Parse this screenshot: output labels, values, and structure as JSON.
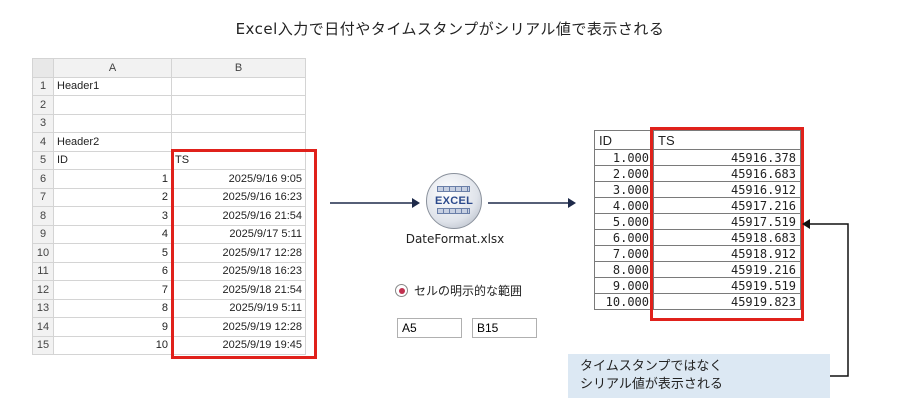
{
  "title": "Excel入力で日付やタイムスタンプがシリアル値で表示される",
  "sheet": {
    "col_headers": [
      "A",
      "B"
    ],
    "rows": [
      {
        "n": "1",
        "a": "Header1",
        "b": ""
      },
      {
        "n": "2",
        "a": "",
        "b": ""
      },
      {
        "n": "3",
        "a": "",
        "b": ""
      },
      {
        "n": "4",
        "a": "Header2",
        "b": ""
      },
      {
        "n": "5",
        "a": "ID",
        "b": "TS"
      },
      {
        "n": "6",
        "a": "1",
        "b": "2025/9/16 9:05"
      },
      {
        "n": "7",
        "a": "2",
        "b": "2025/9/16 16:23"
      },
      {
        "n": "8",
        "a": "3",
        "b": "2025/9/16 21:54"
      },
      {
        "n": "9",
        "a": "4",
        "b": "2025/9/17 5:11"
      },
      {
        "n": "10",
        "a": "5",
        "b": "2025/9/17 12:28"
      },
      {
        "n": "11",
        "a": "6",
        "b": "2025/9/18 16:23"
      },
      {
        "n": "12",
        "a": "7",
        "b": "2025/9/18 21:54"
      },
      {
        "n": "13",
        "a": "8",
        "b": "2025/9/19 5:11"
      },
      {
        "n": "14",
        "a": "9",
        "b": "2025/9/19 12:28"
      },
      {
        "n": "15",
        "a": "10",
        "b": "2025/9/19 19:45"
      }
    ]
  },
  "icon": {
    "label": "EXCEL",
    "name": "excel-file-icon"
  },
  "file_name": "DateFormat.xlsx",
  "option": {
    "label": "セルの明示的な範囲",
    "selected": true
  },
  "range_start": "A5",
  "range_end": "B15",
  "result": {
    "headers": [
      "ID",
      "TS"
    ],
    "rows": [
      [
        "1.000",
        "45916.378"
      ],
      [
        "2.000",
        "45916.683"
      ],
      [
        "3.000",
        "45916.912"
      ],
      [
        "4.000",
        "45917.216"
      ],
      [
        "5.000",
        "45917.519"
      ],
      [
        "6.000",
        "45918.683"
      ],
      [
        "7.000",
        "45918.912"
      ],
      [
        "8.000",
        "45919.216"
      ],
      [
        "9.000",
        "45919.519"
      ],
      [
        "10.000",
        "45919.823"
      ]
    ]
  },
  "note": {
    "line1": "タイムスタンプではなく",
    "line2": "シリアル値が表示される"
  },
  "colors": {
    "highlight": "#e0211b",
    "note_bg": "#dce8f3",
    "radio": "#c0314f"
  }
}
